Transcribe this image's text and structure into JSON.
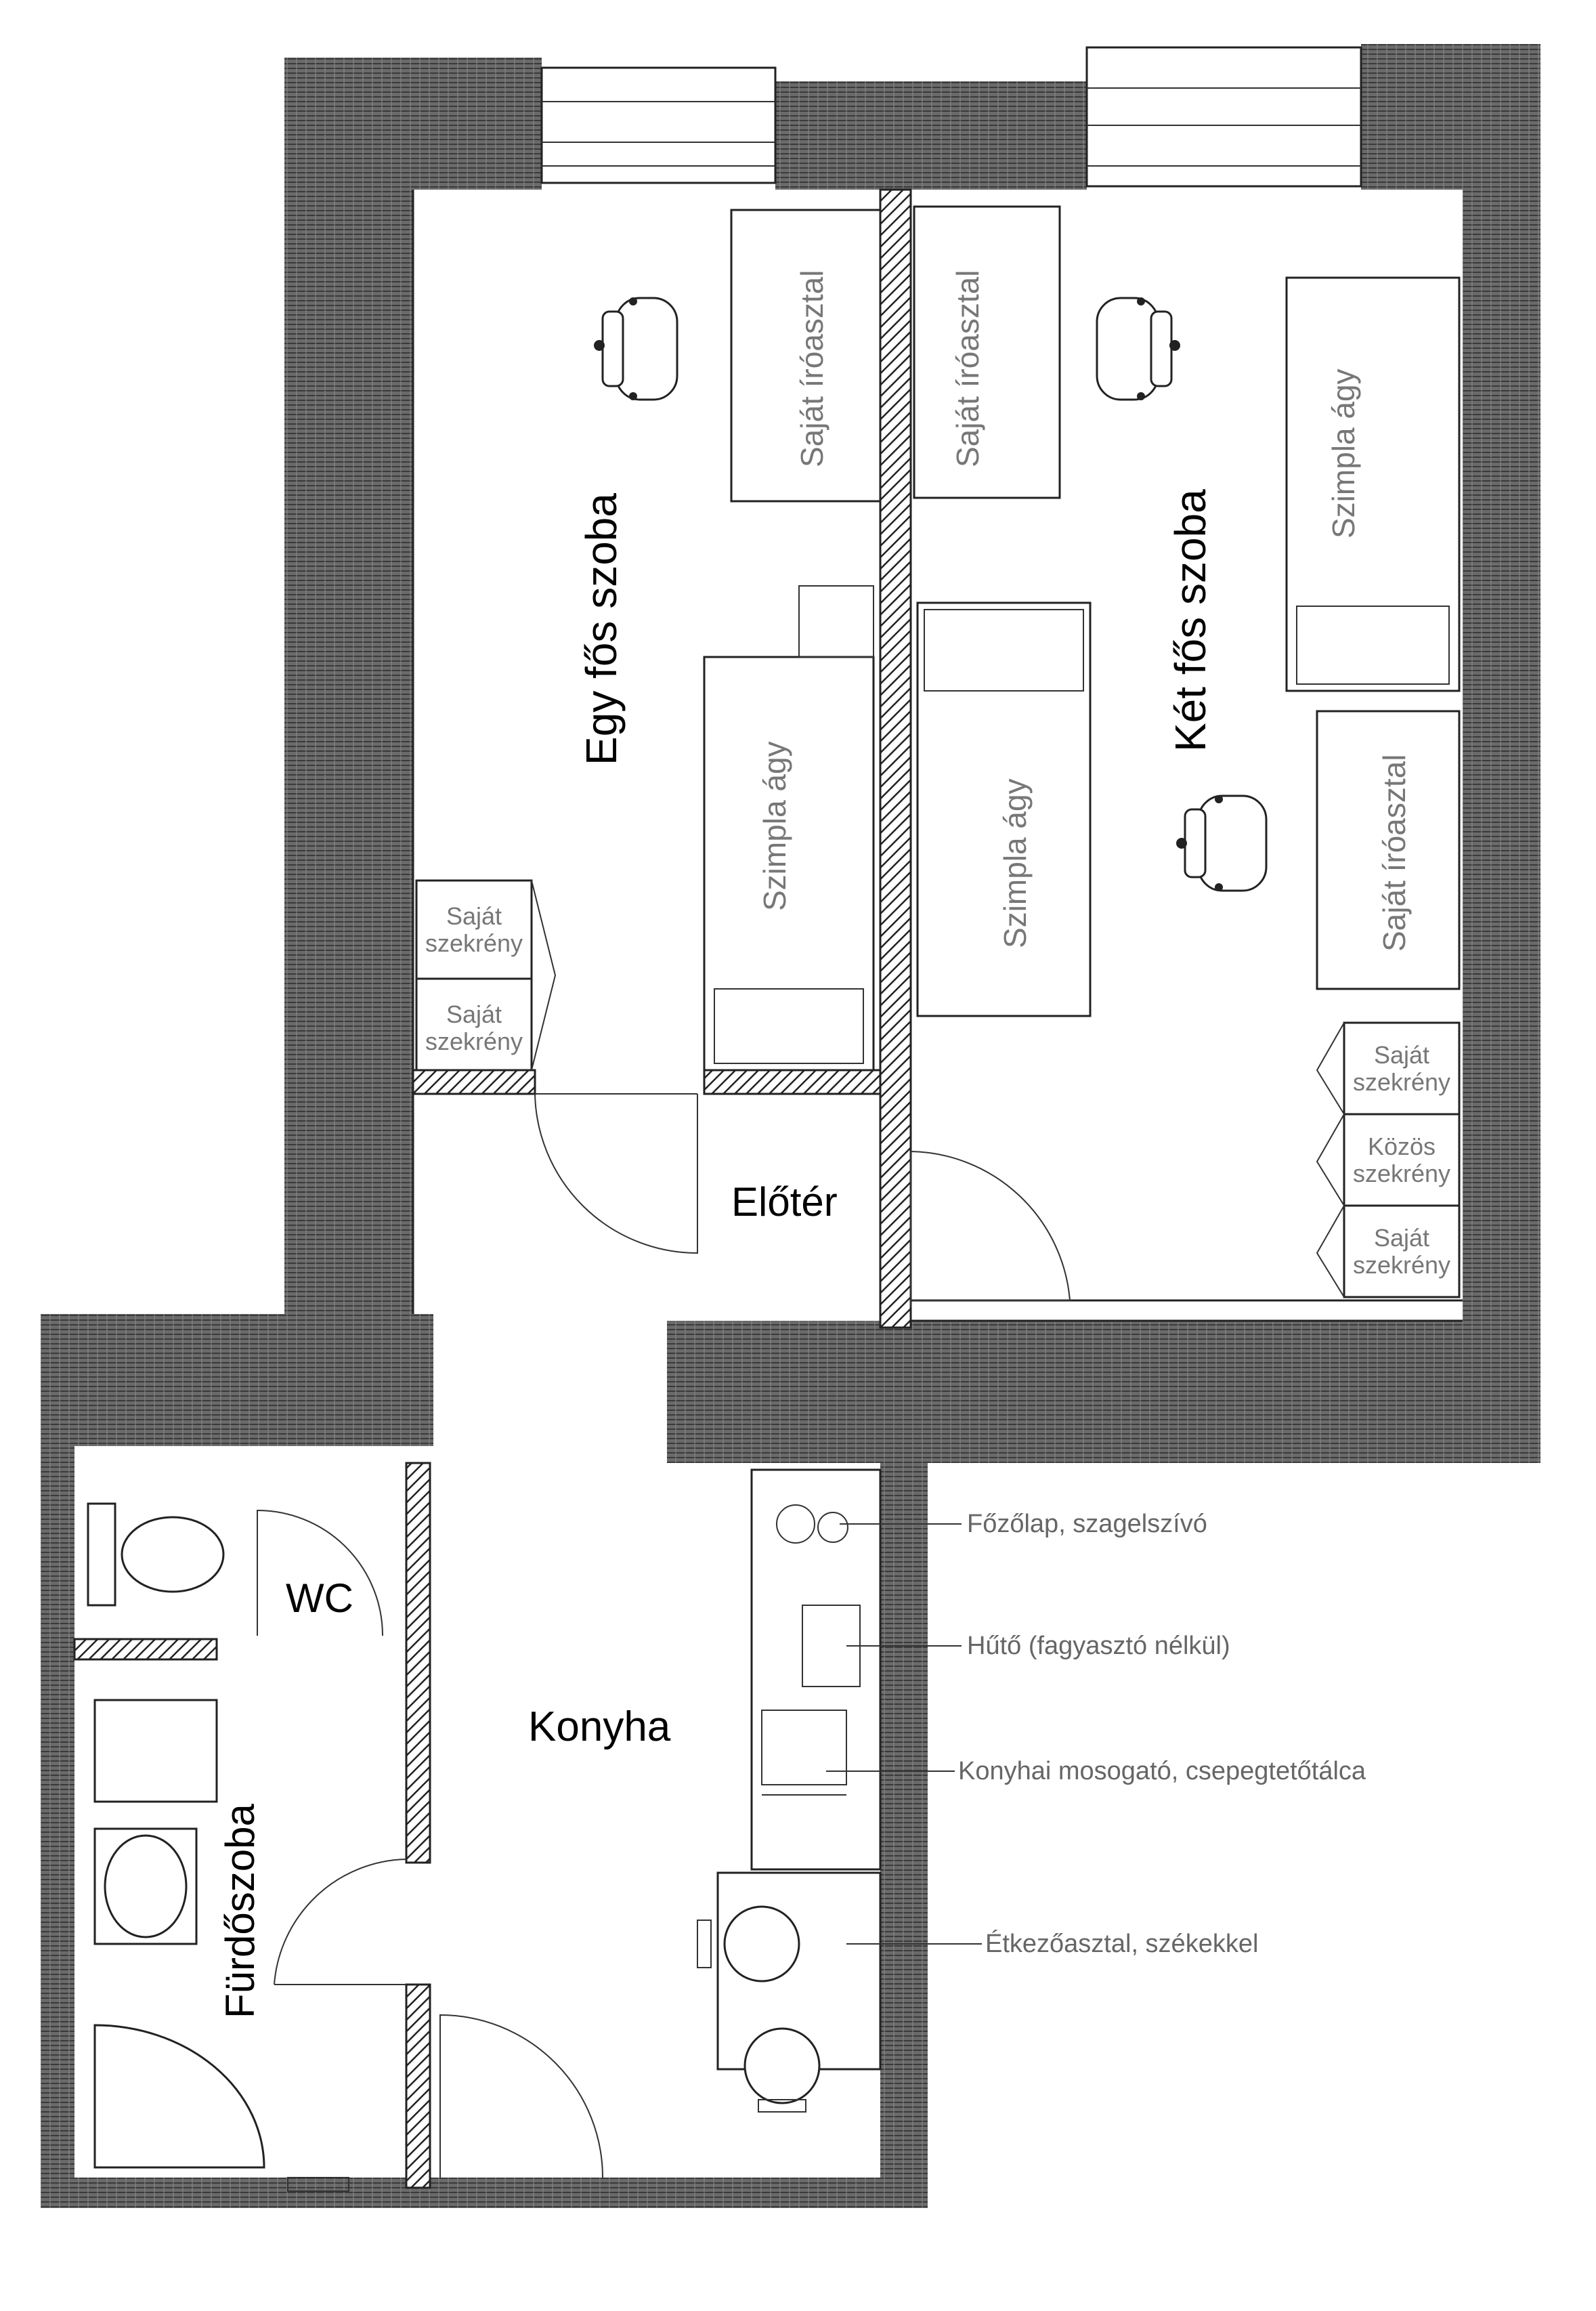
{
  "rooms": {
    "single_room": "Egy fős szoba",
    "double_room": "Két fős szoba",
    "hall": "Előtér",
    "wc": "WC",
    "kitchen": "Konyha",
    "bathroom": "Fürdőszoba"
  },
  "furniture": {
    "own_desk": "Saját íróasztal",
    "single_bed": "Szimpla ágy",
    "own_wardrobe_line1": "Saját",
    "own_wardrobe_line2": "szekrény",
    "shared_wardrobe_line1": "Közös",
    "shared_wardrobe_line2": "szekrény"
  },
  "callouts": {
    "hob": "Főzőlap, szagelszívó",
    "fridge": "Hűtő (fagyasztó nélkül)",
    "sink": "Konyhai mosogató, csepegtetőtálca",
    "dining": "Étkezőasztal, székekkel"
  },
  "colors": {
    "wall": "#5a5a5a",
    "line": "#222222",
    "furniture_text": "#777777",
    "callout_text": "#666666"
  }
}
